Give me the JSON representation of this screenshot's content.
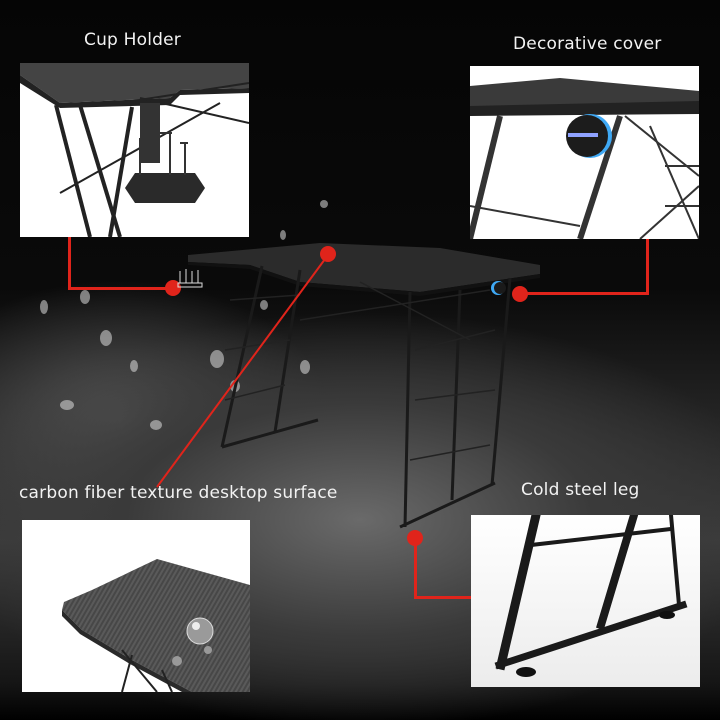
{
  "callouts": {
    "cup_holder": {
      "label": "Cup Holder"
    },
    "decorative_cover": {
      "label": "Decorative cover"
    },
    "desktop_surface": {
      "label": "carbon fiber texture desktop surface"
    },
    "steel_leg": {
      "label": "Cold steel leg"
    }
  },
  "colors": {
    "accent_red": "#e0241b",
    "background": "#000000",
    "led_blue": "#3fa9f5",
    "desk_black": "#2b2b2b"
  },
  "icons": [
    "cup-holder-icon",
    "led-cover-icon",
    "water-droplet-icon"
  ]
}
